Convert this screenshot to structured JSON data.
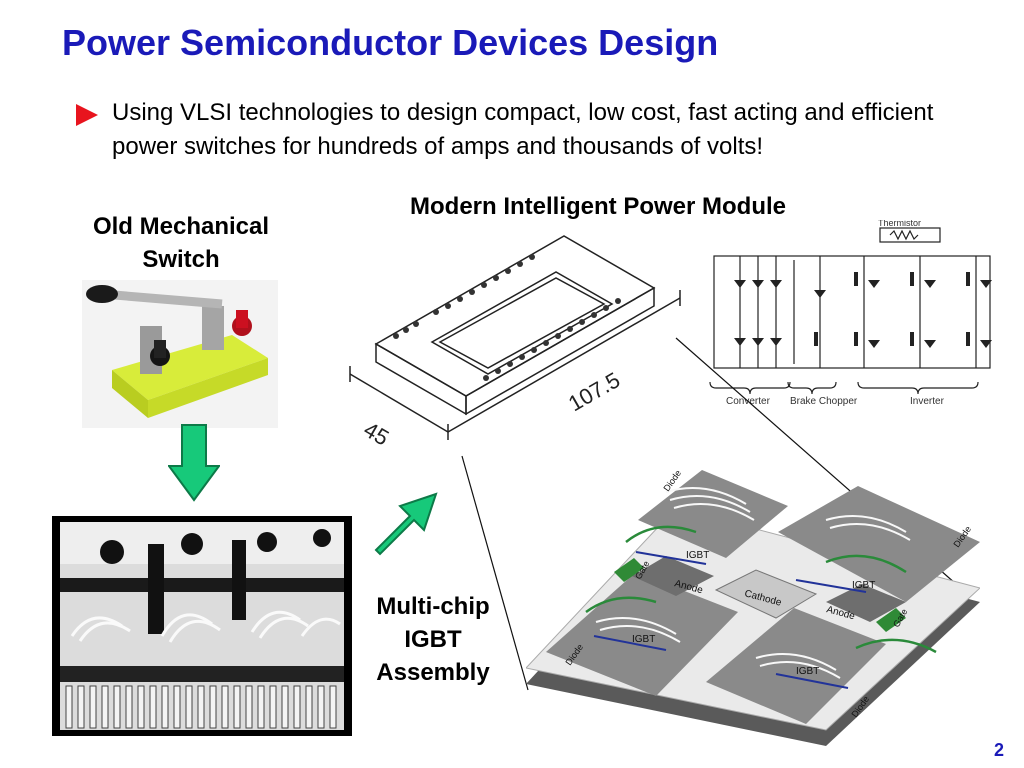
{
  "slide": {
    "title": "Power Semiconductor Devices Design",
    "bullet": "Using VLSI technologies to design compact, low cost, fast acting and efficient power switches for hundreds of amps and thousands of volts!",
    "page_number": "2"
  },
  "labels": {
    "old_switch": "Old Mechanical Switch",
    "module": "Modern Intelligent Power Module",
    "multichip": "Multi-chip IGBT Assembly"
  },
  "module_drawing": {
    "dim_width": "45",
    "dim_length": "107.5"
  },
  "schematic": {
    "thermistor": "Thermistor",
    "converter": "Converter",
    "brake_chopper": "Brake Chopper",
    "inverter": "Inverter"
  },
  "assembly": {
    "diode": "Diode",
    "igbt": "IGBT",
    "gate": "Gate",
    "anode": "Anode",
    "cathode": "Cathode"
  },
  "colors": {
    "title": "#1a1ab8",
    "bullet_marker": "#e8141e",
    "arrow_fill": "#17c97a",
    "arrow_stroke": "#0d7a48"
  },
  "icons": {
    "bullet": "red-triangle-icon",
    "down_arrow": "green-down-arrow-icon",
    "diagonal_arrow": "green-up-right-arrow-icon"
  }
}
